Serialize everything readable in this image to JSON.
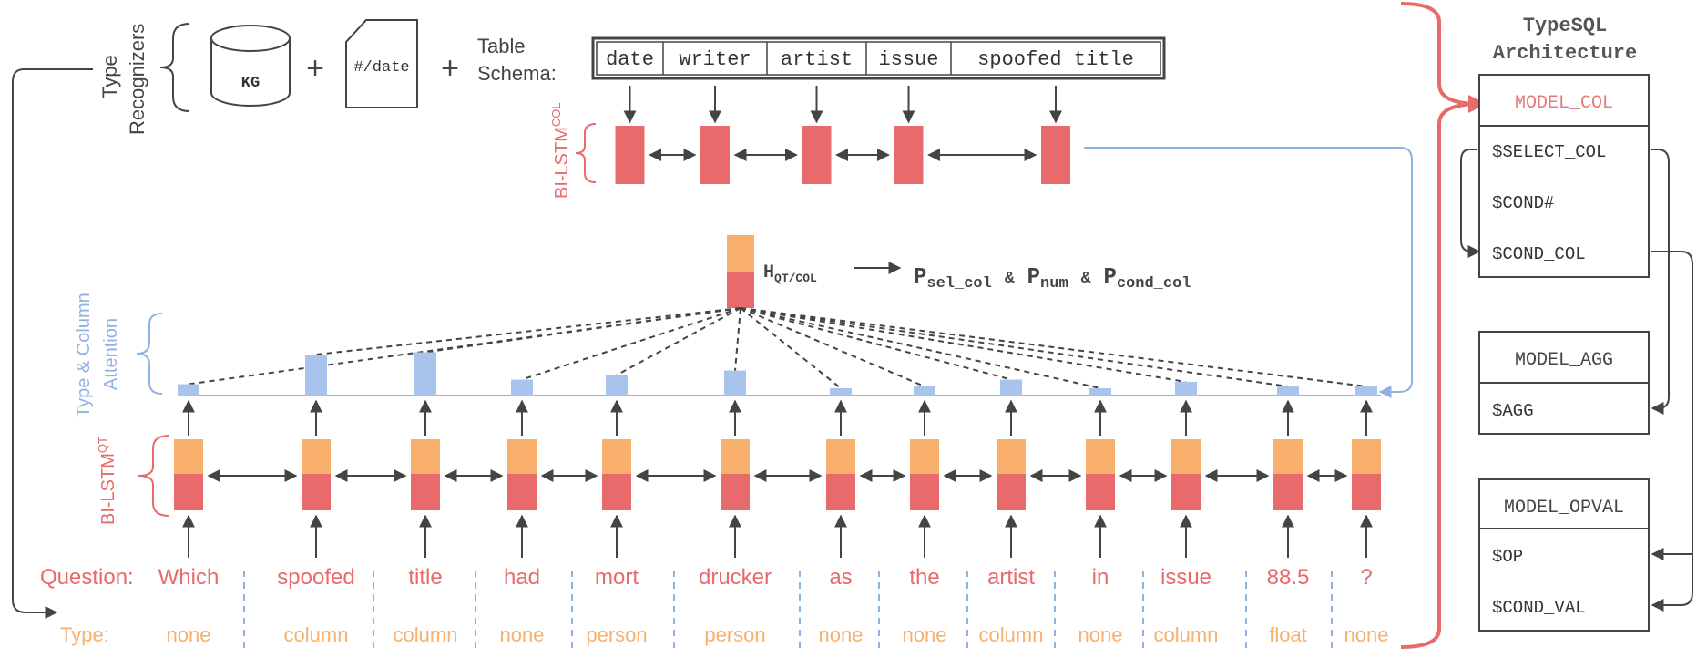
{
  "colors": {
    "red": "#e86a6a",
    "orange": "#f9b06c",
    "blue": "#a9c4ec",
    "blue_line": "#8fb2e3",
    "dark": "#444444",
    "title_gray": "#555555",
    "model_col_text": "#e87a7a"
  },
  "type_recognizers": {
    "label_line1": "Type",
    "label_line2": "Recognizers",
    "kg": "KG",
    "date_doc": "#/date",
    "plus": "+",
    "table_line1": "Table",
    "table_line2": "Schema:"
  },
  "schema_columns": [
    "date",
    "writer",
    "artist",
    "issue",
    "spoofed title"
  ],
  "bilstm_col": {
    "base": "BI-LSTM",
    "sup": "COL"
  },
  "bilstm_qt": {
    "base": "BI-LSTM",
    "sup": "QT"
  },
  "attention": {
    "line1": "Type & Column",
    "line2": "Attention"
  },
  "hidden": {
    "h_base": "H",
    "h_sub": "QT/COL",
    "p1_base": "P",
    "p1_sub": "sel_col",
    "amp": "&",
    "p2_base": "P",
    "p2_sub": "num",
    "p3_base": "P",
    "p3_sub": "cond_col"
  },
  "question_label": "Question:",
  "type_label": "Type:",
  "tokens": [
    {
      "word": "Which",
      "type": "none",
      "att": 0.25
    },
    {
      "word": "spoofed",
      "type": "column",
      "att": 0.9
    },
    {
      "word": "title",
      "type": "column",
      "att": 0.95
    },
    {
      "word": "had",
      "type": "none",
      "att": 0.35
    },
    {
      "word": "mort",
      "type": "person",
      "att": 0.45
    },
    {
      "word": "drucker",
      "type": "person",
      "att": 0.55
    },
    {
      "word": "as",
      "type": "none",
      "att": 0.15
    },
    {
      "word": "the",
      "type": "none",
      "att": 0.2
    },
    {
      "word": "artist",
      "type": "column",
      "att": 0.35
    },
    {
      "word": "in",
      "type": "none",
      "att": 0.15
    },
    {
      "word": "issue",
      "type": "column",
      "att": 0.3
    },
    {
      "word": "88.5",
      "type": "float",
      "att": 0.2
    },
    {
      "word": "?",
      "type": "none",
      "att": 0.2
    }
  ],
  "architecture": {
    "title_line1": "TypeSQL",
    "title_line2": "Architecture",
    "model_col": {
      "header": "MODEL_COL",
      "items": [
        "$SELECT_COL",
        "$COND#",
        "$COND_COL"
      ]
    },
    "model_agg": {
      "header": "MODEL_AGG",
      "items": [
        "$AGG"
      ]
    },
    "model_opval": {
      "header": "MODEL_OPVAL",
      "items": [
        "$OP",
        "$COND_VAL"
      ]
    }
  }
}
